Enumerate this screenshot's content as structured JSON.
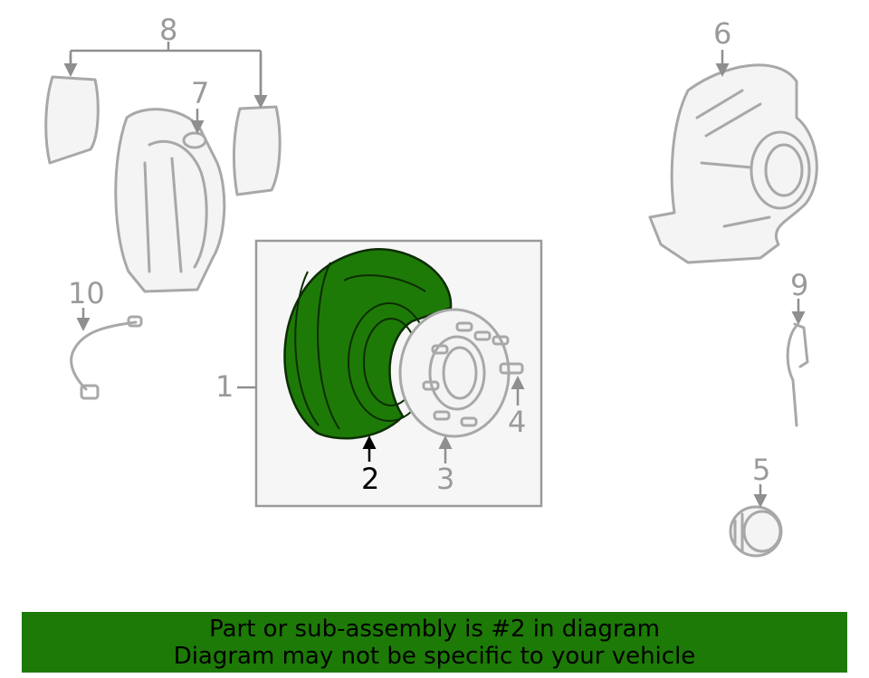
{
  "callouts": {
    "c1": "1",
    "c2": "2",
    "c3": "3",
    "c4": "4",
    "c5": "5",
    "c6": "6",
    "c7": "7",
    "c8": "8",
    "c9": "9",
    "c10": "10"
  },
  "highlight_color": "#1d7a07",
  "line_color": "#a8a8a8",
  "banner": {
    "line1": "Part or sub-assembly is #2 in diagram",
    "line2": "Diagram may not be specific to your vehicle"
  }
}
